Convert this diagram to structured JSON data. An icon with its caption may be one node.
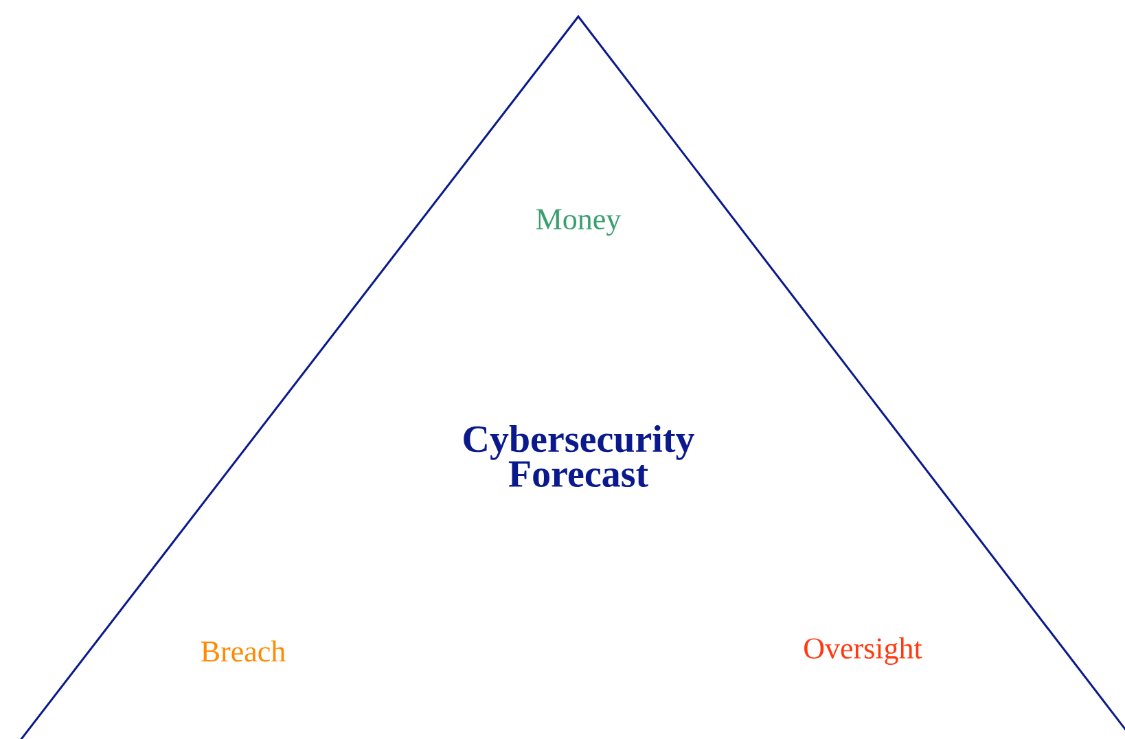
{
  "diagram": {
    "nodes": [
      {
        "text": [
          "Money",
          "Cybersecurity Forecast",
          "Breach",
          "Oversight"
        ]
      }
    ]
  }
}
